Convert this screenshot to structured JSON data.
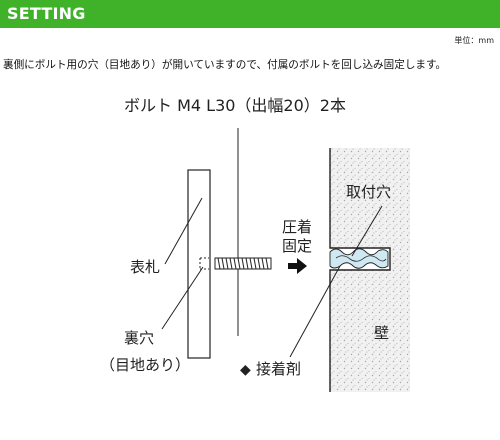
{
  "header": {
    "title": "SETTING",
    "bar_color": "#3fb22a"
  },
  "unit_note": "単位：mm",
  "instruction": "裏側にボルト用の穴（目地あり）が開いていますので、付属のボルトを回し込み固定します。",
  "diagram": {
    "bolt_label": "ボルト M4 L30（出幅20）2本",
    "plate_label": "表札",
    "back_hole_label_line1": "裏穴",
    "back_hole_label_line2": "（目地あり）",
    "press_fix_line1": "圧着",
    "press_fix_line2": "固定",
    "mount_hole_label": "取付穴",
    "wall_label": "壁",
    "adhesive_marker": "◆",
    "adhesive_label": "接着剤",
    "adhesive_color": "#cfe8f2",
    "wall_texture_color": "#e4e4e4"
  }
}
